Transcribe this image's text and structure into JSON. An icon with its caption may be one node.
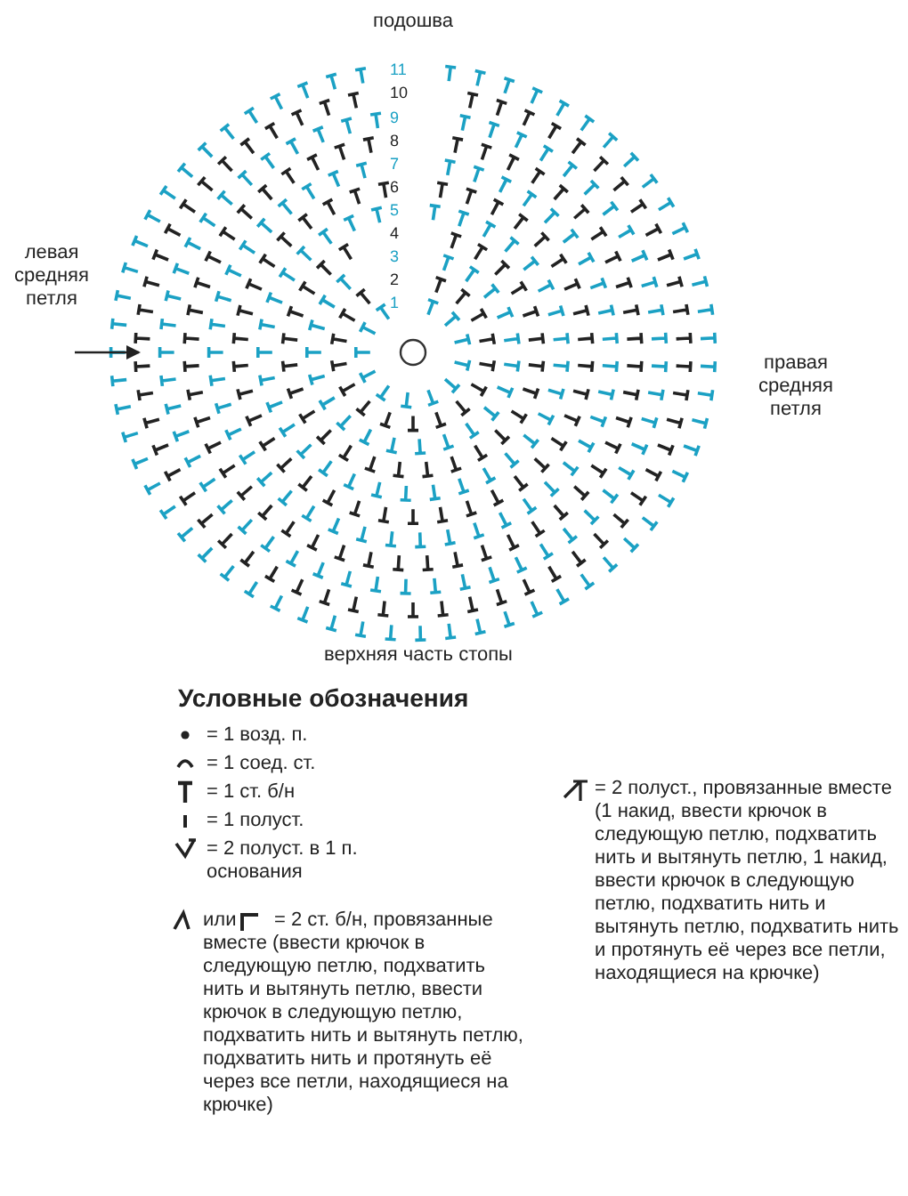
{
  "diagram": {
    "labels": [
      "левая средняя петля",
      "подошва",
      "11",
      "10",
      "9",
      "8",
      "7",
      "6",
      "5",
      "4",
      "3",
      "2",
      "1",
      "правая средняя петля",
      "верхняя часть стопы",
      "Условные обозначения",
      "или"
    ],
    "legend": [
      {
        "text": "= 1 возд. п."
      },
      {
        "text": "= 1 соед. ст."
      },
      {
        "text": "= 1 ст. б/н"
      },
      {
        "text": "= 1 полуст."
      },
      {
        "text": "= 2 полуст. в 1 п. основания"
      },
      {
        "text": "= 2 ст. б/н, провязанные вместе (ввести крючок в следующую петлю, подхватить нить и вытянуть петлю, ввести крючок в следующую петлю, подхватить нить и вытянуть петлю, подхватить нить и протянуть её через все петли, находящиеся на крючке)"
      },
      {
        "text": "= 2 полуст., провязанные вместе (1 накид, ввести крючок в следующую петлю, подхватить нить и вытянуть петлю, 1 накид, ввести крючок в следующую петлю, подхватить нить и вытянуть петлю, подхватить нить и протянуть её через все петли, находящиеся на крючке)"
      }
    ]
  }
}
